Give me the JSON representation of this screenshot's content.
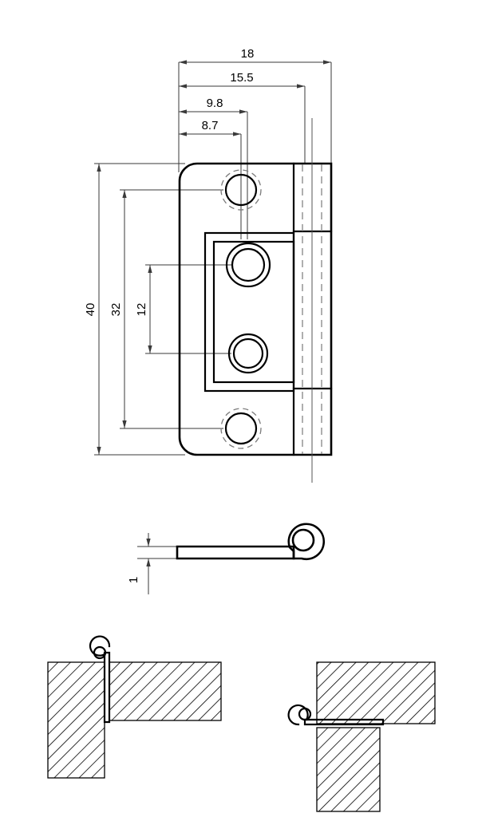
{
  "drawing": {
    "title": "Hinge Technical Drawing",
    "type": "engineering-drawing",
    "units": "mm",
    "views": [
      {
        "name": "front-view",
        "label": ""
      },
      {
        "name": "side-view",
        "label": ""
      },
      {
        "name": "installation-detail-left",
        "label": ""
      },
      {
        "name": "installation-detail-right",
        "label": ""
      }
    ]
  },
  "dimensions": {
    "horizontal": [
      {
        "name": "overall-width",
        "value": "18"
      },
      {
        "name": "knuckle-axis-offset",
        "value": "15.5"
      },
      {
        "name": "hole-column-outer",
        "value": "9.8"
      },
      {
        "name": "hole-column-inner",
        "value": "8.7"
      }
    ],
    "vertical": [
      {
        "name": "overall-height",
        "value": "40"
      },
      {
        "name": "outer-hole-spacing",
        "value": "32"
      },
      {
        "name": "inner-hole-spacing",
        "value": "12"
      }
    ],
    "thickness": [
      {
        "name": "plate-thickness",
        "value": "1"
      }
    ]
  },
  "colors": {
    "line": "#000000",
    "dimension": "#3a3a3a",
    "hidden": "#7a7a7a",
    "background": "#ffffff"
  }
}
